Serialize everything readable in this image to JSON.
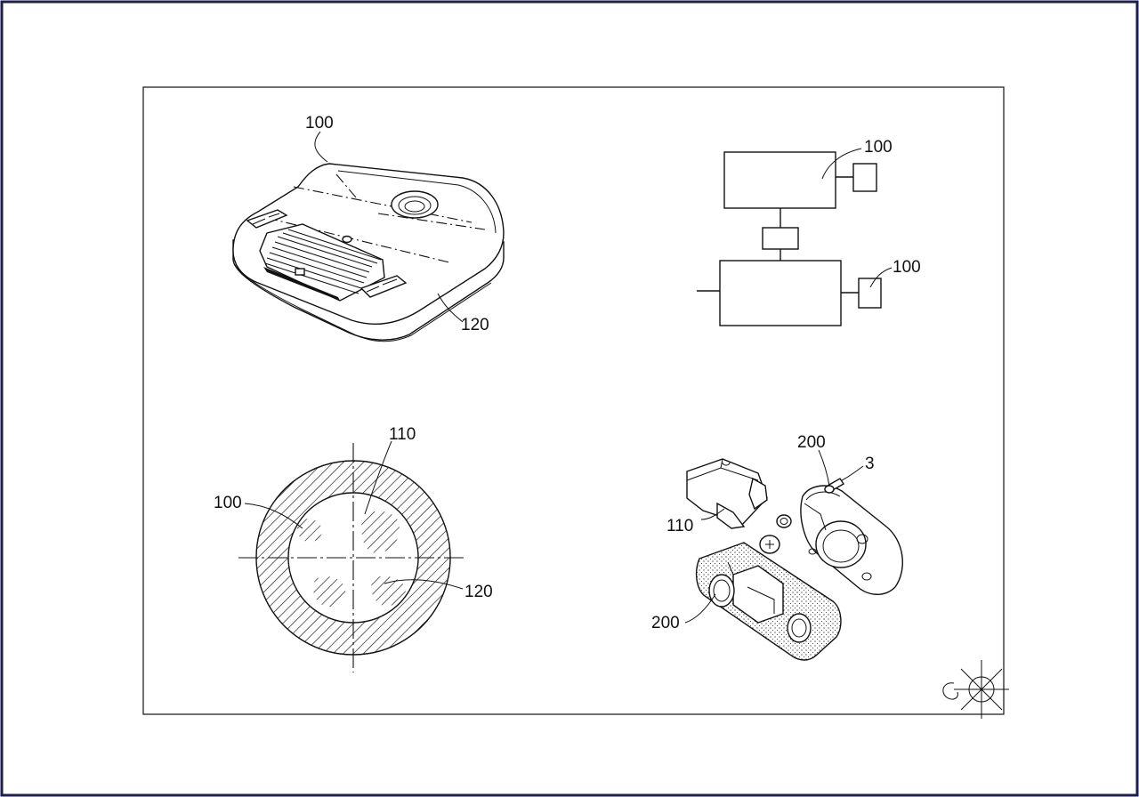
{
  "colors": {
    "outer_border": "#1f1f4d",
    "line": "#111111",
    "paper": "#ffffff"
  },
  "fig1": {
    "label_top": "100",
    "label_bottom": "120"
  },
  "fig2": {
    "label_upper": "100",
    "label_lower": "100"
  },
  "fig3": {
    "label_top": "110",
    "label_left": "100",
    "label_right": "120"
  },
  "fig4": {
    "label_200_top": "200",
    "label_3": "3",
    "label_110": "110",
    "label_200_bottom": "200"
  },
  "icons": [
    "compass-rose-icon"
  ]
}
